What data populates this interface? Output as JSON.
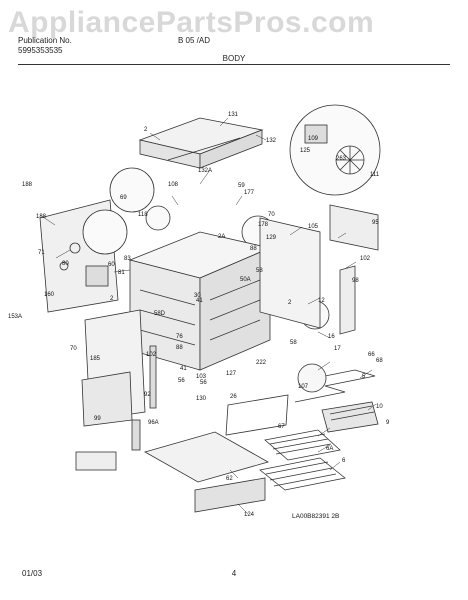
{
  "watermark": "AppliancePartsPros.com",
  "header": {
    "publication_label": "Publication No.",
    "publication_number": "5995353535",
    "model_fragment": "B 05 /AD",
    "section_title": "BODY"
  },
  "footer": {
    "date": "01/03",
    "page": "4"
  },
  "drawing_code": "LA00B82391 2B",
  "callouts": [
    "131",
    "2",
    "132",
    "132A",
    "59",
    "177",
    "108",
    "109",
    "125",
    "263",
    "111",
    "188",
    "69",
    "188",
    "71",
    "80",
    "160",
    "153A",
    "60",
    "105",
    "70",
    "95",
    "118",
    "178",
    "129",
    "2A",
    "88",
    "102",
    "98",
    "83",
    "81",
    "41",
    "58",
    "50A",
    "2",
    "12",
    "30",
    "70",
    "58D",
    "2",
    "76",
    "88",
    "103",
    "127",
    "222",
    "56",
    "130",
    "26",
    "41",
    "185",
    "102",
    "92",
    "96A",
    "99",
    "10",
    "9",
    "67",
    "6A",
    "6",
    "62",
    "124",
    "107",
    "5",
    "17",
    "16",
    "68",
    "66",
    "56",
    "58"
  ]
}
